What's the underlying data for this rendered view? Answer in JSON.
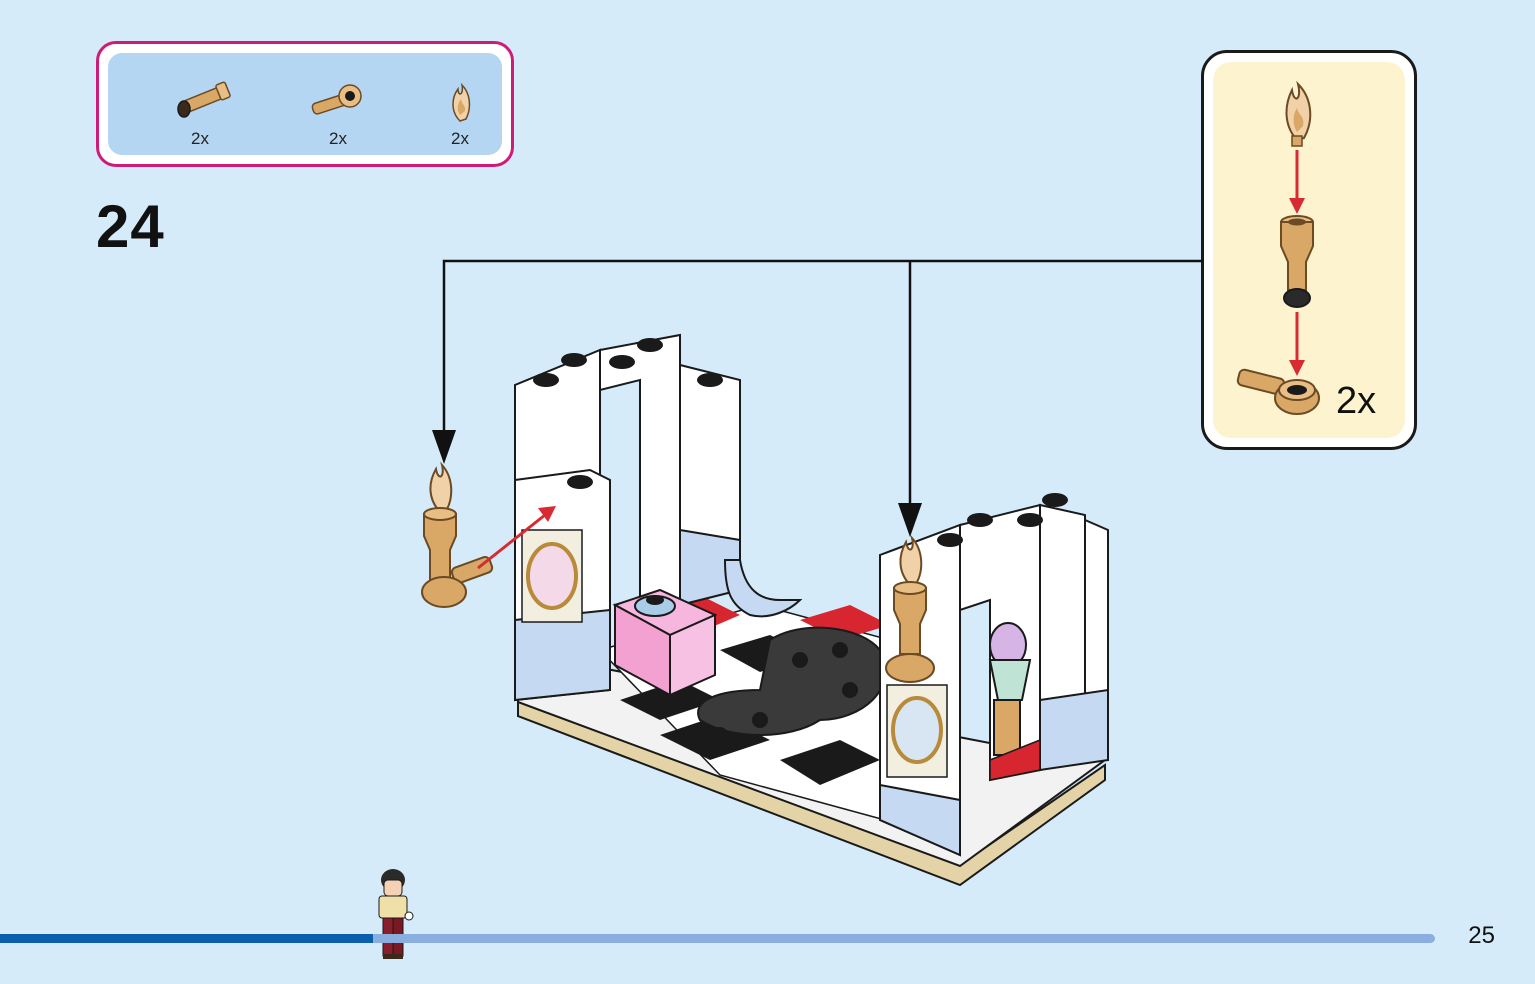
{
  "parts": [
    {
      "name": "spyglass-part",
      "qty": "2x"
    },
    {
      "name": "clip-holder-part",
      "qty": "2x"
    },
    {
      "name": "flame-part",
      "qty": "2x"
    }
  ],
  "step": {
    "number": "24"
  },
  "subassembly": {
    "qty": "2x"
  },
  "page": {
    "number": "25"
  },
  "progress": {
    "fraction": 0.26
  },
  "colors": {
    "background": "#d5ebfa",
    "parts_border": "#cf1b78",
    "parts_fill": "#b5d6f2",
    "subassembly_fill": "#fdf3cf",
    "progress_fill": "#0a5eab",
    "progress_track": "#8aaedf",
    "gold": "#d9a766",
    "arrow_red": "#d72a33"
  }
}
